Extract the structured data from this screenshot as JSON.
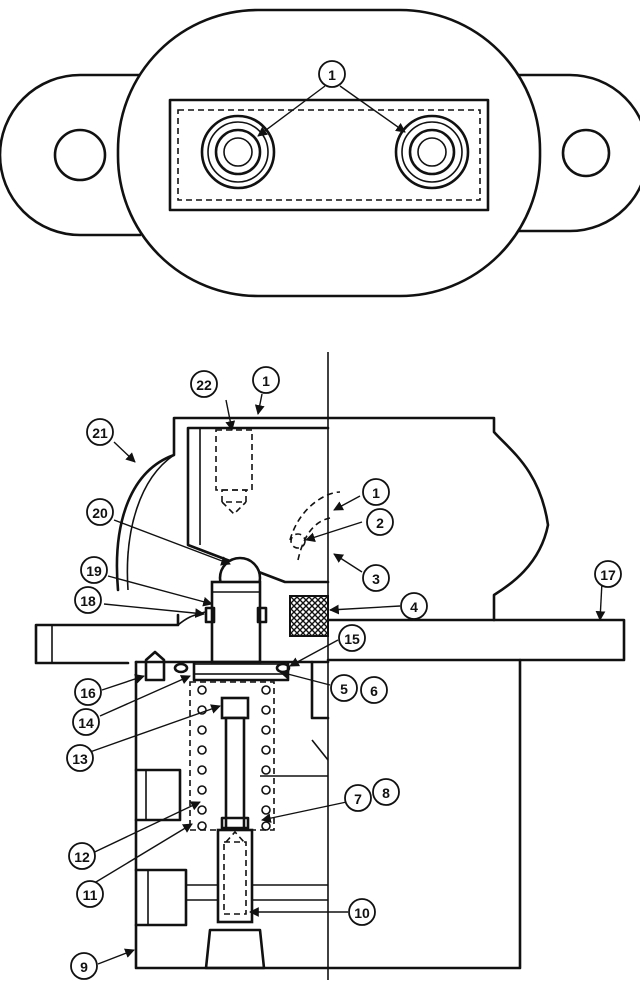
{
  "figure": {
    "top_view_callouts": [
      "1"
    ],
    "section_view_callouts": [
      "1",
      "2",
      "3",
      "4",
      "5",
      "6",
      "7",
      "8",
      "9",
      "10",
      "11",
      "12",
      "13",
      "14",
      "15",
      "16",
      "17",
      "18",
      "19",
      "20",
      "21",
      "22"
    ]
  }
}
